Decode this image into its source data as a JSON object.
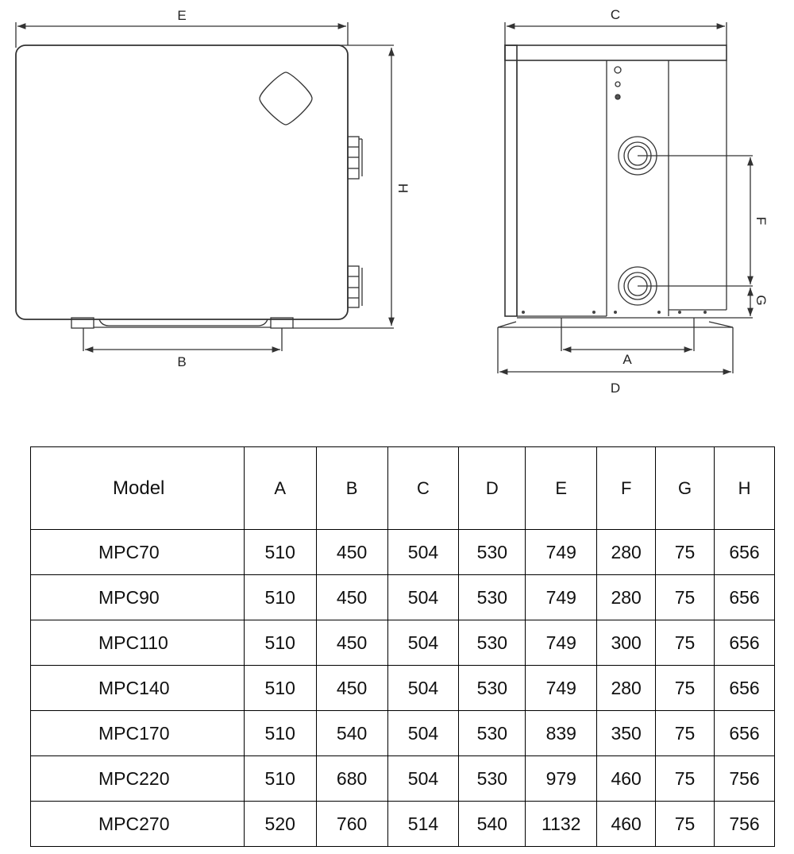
{
  "drawing": {
    "labels": {
      "A": "A",
      "B": "B",
      "C": "C",
      "D": "D",
      "E": "E",
      "F": "F",
      "G": "G",
      "H": "H"
    }
  },
  "table": {
    "headers": [
      "Model",
      "A",
      "B",
      "C",
      "D",
      "E",
      "F",
      "G",
      "H"
    ],
    "rows": [
      [
        "MPC70",
        "510",
        "450",
        "504",
        "530",
        "749",
        "280",
        "75",
        "656"
      ],
      [
        "MPC90",
        "510",
        "450",
        "504",
        "530",
        "749",
        "280",
        "75",
        "656"
      ],
      [
        "MPC110",
        "510",
        "450",
        "504",
        "530",
        "749",
        "300",
        "75",
        "656"
      ],
      [
        "MPC140",
        "510",
        "450",
        "504",
        "530",
        "749",
        "280",
        "75",
        "656"
      ],
      [
        "MPC170",
        "510",
        "540",
        "504",
        "530",
        "839",
        "350",
        "75",
        "656"
      ],
      [
        "MPC220",
        "510",
        "680",
        "504",
        "530",
        "979",
        "460",
        "75",
        "756"
      ],
      [
        "MPC270",
        "520",
        "760",
        "514",
        "540",
        "1132",
        "460",
        "75",
        "756"
      ]
    ]
  }
}
